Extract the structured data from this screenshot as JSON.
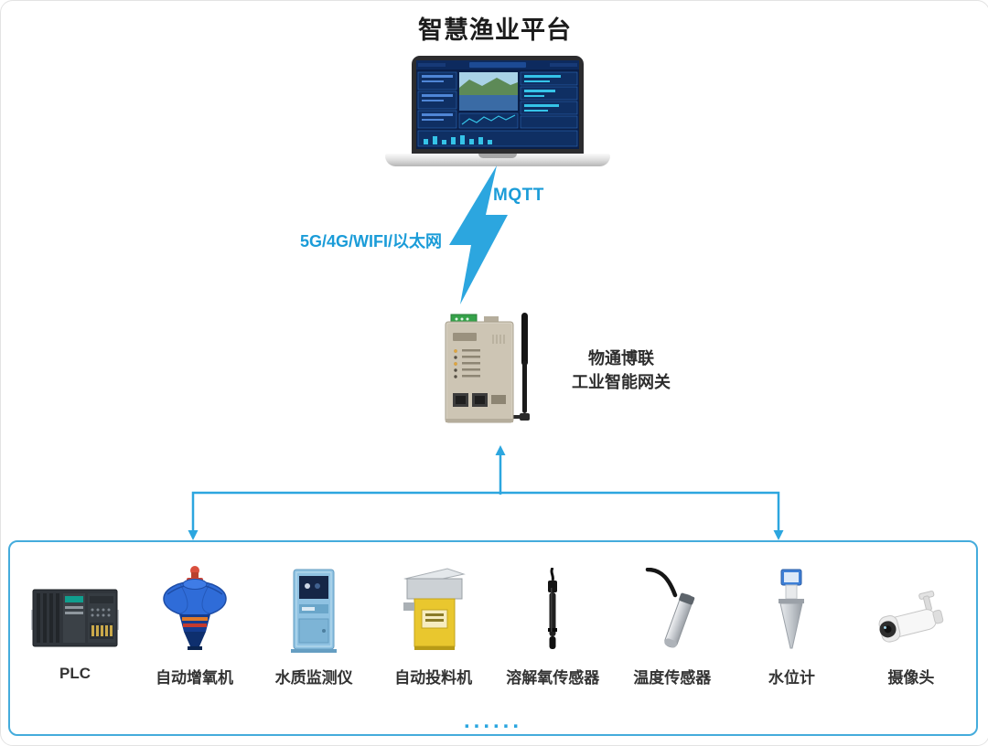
{
  "title": "智慧渔业平台",
  "connection": {
    "protocol": "MQTT",
    "network": "5G/4G/WIFI/以太网"
  },
  "gateway": {
    "name_line1": "物通博联",
    "name_line2": "工业智能网关"
  },
  "devices": [
    {
      "id": "plc",
      "label": "PLC"
    },
    {
      "id": "aerator",
      "label": "自动增氧机"
    },
    {
      "id": "water-quality-monitor",
      "label": "水质监测仪"
    },
    {
      "id": "auto-feeder",
      "label": "自动投料机"
    },
    {
      "id": "dissolved-oxygen-sensor",
      "label": "溶解氧传感器"
    },
    {
      "id": "temperature-sensor",
      "label": "温度传感器"
    },
    {
      "id": "water-level-gauge",
      "label": "水位计"
    },
    {
      "id": "camera",
      "label": "摄像头"
    }
  ],
  "more_devices_ellipsis": "......",
  "colors": {
    "accent_blue": "#2CA6DF",
    "label_text": "#333333",
    "box_border": "#45ACDC"
  }
}
